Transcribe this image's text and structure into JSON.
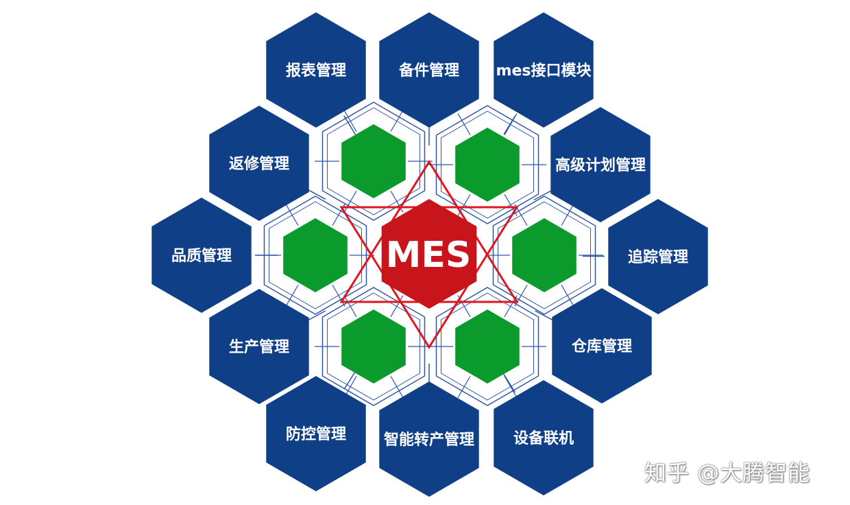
{
  "diagram": {
    "center": {
      "label": "MES"
    },
    "modules": [
      {
        "id": "report",
        "label": "报表管理"
      },
      {
        "id": "spare",
        "label": "备件管理"
      },
      {
        "id": "interface",
        "label": "mes接口模块"
      },
      {
        "id": "repair",
        "label": "返修管理"
      },
      {
        "id": "plan",
        "label": "高级计划管理"
      },
      {
        "id": "quality",
        "label": "品质管理"
      },
      {
        "id": "trace",
        "label": "追踪管理"
      },
      {
        "id": "production",
        "label": "生产管理"
      },
      {
        "id": "warehouse",
        "label": "仓库管理"
      },
      {
        "id": "prevention",
        "label": "防控管理"
      },
      {
        "id": "changeover",
        "label": "智能转产管理"
      },
      {
        "id": "device",
        "label": "设备联机"
      }
    ],
    "colors": {
      "module_fill": "#0f3f86",
      "inner_fill": "#0b9a2c",
      "center_fill": "#c8141b",
      "star_stroke": "#e0161c",
      "mesh_stroke": "#2f56a8"
    }
  },
  "watermark": "知乎 @大腾智能"
}
